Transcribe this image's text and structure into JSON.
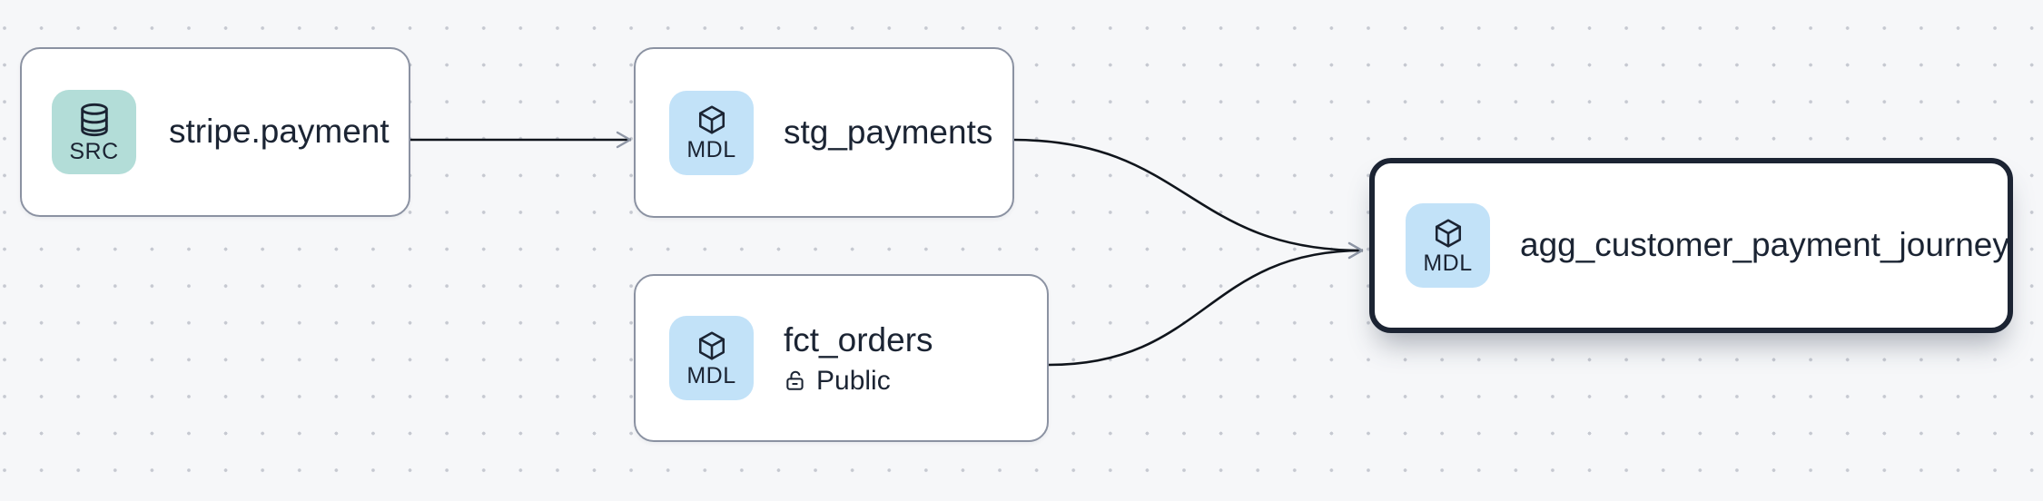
{
  "app": {
    "view": "data-lineage-graph"
  },
  "nodes": [
    {
      "id": "stripe.payment",
      "title": "stripe.payment",
      "type": "source",
      "badge_label": "SRC",
      "badge_icon": "database-icon",
      "badge_bg": "#b3ddd8",
      "selected": false
    },
    {
      "id": "stg_payments",
      "title": "stg_payments",
      "type": "model",
      "badge_label": "MDL",
      "badge_icon": "cube-icon",
      "badge_bg": "#c2e2f8",
      "selected": false
    },
    {
      "id": "fct_orders",
      "title": "fct_orders",
      "type": "model",
      "badge_label": "MDL",
      "badge_icon": "cube-icon",
      "badge_bg": "#c2e2f8",
      "access": "Public",
      "access_icon": "lock-open-icon",
      "selected": false
    },
    {
      "id": "agg_customer_payment_journey",
      "title": "agg_customer_payment_journey",
      "type": "model",
      "badge_label": "MDL",
      "badge_icon": "cube-icon",
      "badge_bg": "#c2e2f8",
      "selected": true
    }
  ],
  "edges": [
    {
      "from": "stripe.payment",
      "to": "stg_payments"
    },
    {
      "from": "stg_payments",
      "to": "agg_customer_payment_journey"
    },
    {
      "from": "fct_orders",
      "to": "agg_customer_payment_journey"
    }
  ],
  "colors": {
    "background": "#f6f7f9",
    "grid_dot": "#c6c9d1",
    "node_fill": "#ffffff",
    "node_border": "#8b92a2",
    "selected_node_border": "#1c2433",
    "text": "#1b2433",
    "edge": "#10151c",
    "arrowhead": "#8f97a6",
    "source_badge_bg": "#b3ddd8",
    "model_badge_bg": "#c2e2f8"
  }
}
